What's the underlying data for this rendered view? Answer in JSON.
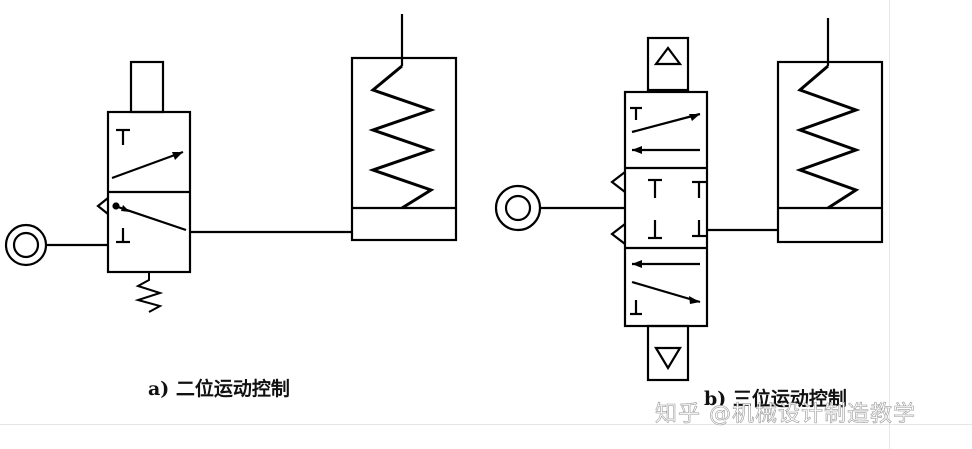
{
  "captions": {
    "a": "a) 二位运动控制",
    "b": "b) 三位运动控制"
  },
  "watermark": "知乎 @机械设计制造教学",
  "colors": {
    "line": "#000000",
    "background": "#ffffff"
  }
}
